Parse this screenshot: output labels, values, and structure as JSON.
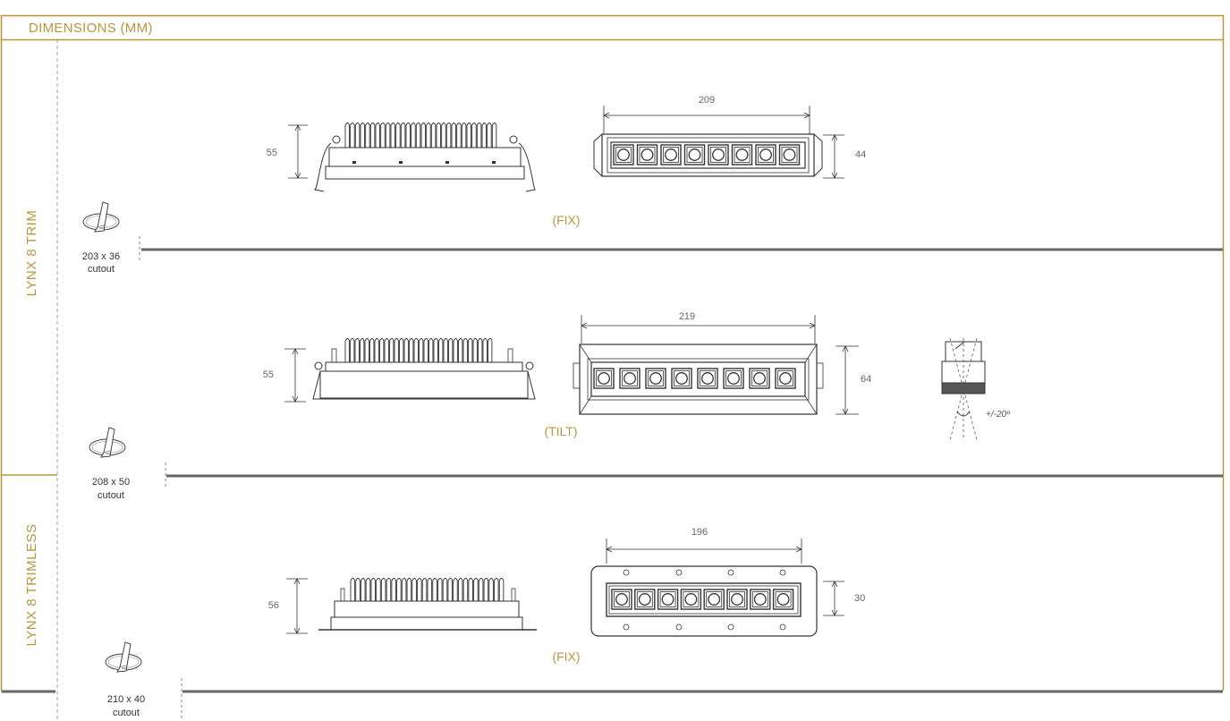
{
  "header": {
    "title": "DIMENSIONS (MM)"
  },
  "colors": {
    "accent": "#b8963e",
    "line": "#333333",
    "divider": "#666666"
  },
  "sections": {
    "trim": {
      "label": "LYNX 8 TRIM"
    },
    "trimless": {
      "label": "LYNX 8 TRIMLESS"
    }
  },
  "rows": {
    "fix_trim": {
      "side_height": "55",
      "front_width": "209",
      "front_height": "44",
      "mode": "(FIX)",
      "cutout_size": "203 x 36",
      "cutout_word": "cutout"
    },
    "tilt_trim": {
      "side_height": "55",
      "front_width": "219",
      "front_height": "64",
      "mode": "(TILT)",
      "tilt_angle": "+/-20º",
      "cutout_size": "208 x 50",
      "cutout_word": "cutout"
    },
    "fix_trimless": {
      "side_height": "56",
      "front_width": "196",
      "front_height": "30",
      "mode": "(FIX)",
      "cutout_size": "210 x 40",
      "cutout_word": "cutout"
    }
  },
  "icons": {
    "cutout": "hand-saw-cutout-icon",
    "tilt": "tilt-angle-icon"
  }
}
